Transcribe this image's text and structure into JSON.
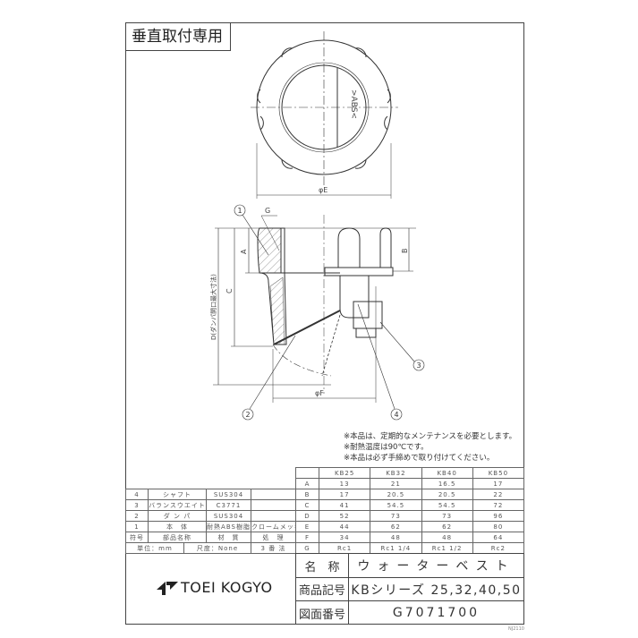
{
  "title_label": "垂直取付専用",
  "drawing": {
    "top_view_text": ">ABS<",
    "dim_E": "φE",
    "dim_F": "φF",
    "dim_A": "A",
    "dim_B": "B",
    "dim_C": "C",
    "dim_D": "D(ダンパ開口最大寸法)",
    "dim_G": "G",
    "balloons": [
      "1",
      "2",
      "3",
      "4"
    ]
  },
  "notes": [
    "※本品は、定期的なメンテナンスを必要とします。",
    "※耐熱温度は90℃です。",
    "※本品は必ず手締めで取り付けてください。"
  ],
  "dimension_table": {
    "headers": [
      "",
      "KB25",
      "KB32",
      "KB40",
      "KB50"
    ],
    "rows": [
      [
        "A",
        "13",
        "21",
        "16.5",
        "17"
      ],
      [
        "B",
        "17",
        "20.5",
        "20.5",
        "22"
      ],
      [
        "C",
        "41",
        "54.5",
        "54.5",
        "72"
      ],
      [
        "D",
        "52",
        "73",
        "73",
        "96"
      ],
      [
        "E",
        "44",
        "62",
        "62",
        "80"
      ],
      [
        "F",
        "34",
        "48",
        "48",
        "64"
      ],
      [
        "G",
        "Rc1",
        "Rc1 1/4",
        "Rc1 1/2",
        "Rc2"
      ]
    ]
  },
  "parts_table": {
    "rows": [
      [
        "4",
        "シャフト",
        "SUS304",
        ""
      ],
      [
        "3",
        "バランスウエイト",
        "C3771",
        ""
      ],
      [
        "2",
        "ダ ン パ",
        "SUS304",
        ""
      ],
      [
        "1",
        "本　体",
        "耐熱ABS樹脂",
        "クロームメッキ"
      ]
    ],
    "header": [
      "符号",
      "部品名称",
      "材　質",
      "処　理"
    ],
    "units": [
      "単位：mm",
      "尺度：None",
      "3 番 法"
    ]
  },
  "title_block": {
    "company": "TOEI KOGYO",
    "name_label": "名　称",
    "name_value": "ウォーターベスト",
    "model_label": "商品記号",
    "model_value": "KBシリーズ 25,32,40,50",
    "drawing_no_label": "図面番号",
    "drawing_no_value": "G7071700"
  },
  "sheet_code": "NJ2110"
}
